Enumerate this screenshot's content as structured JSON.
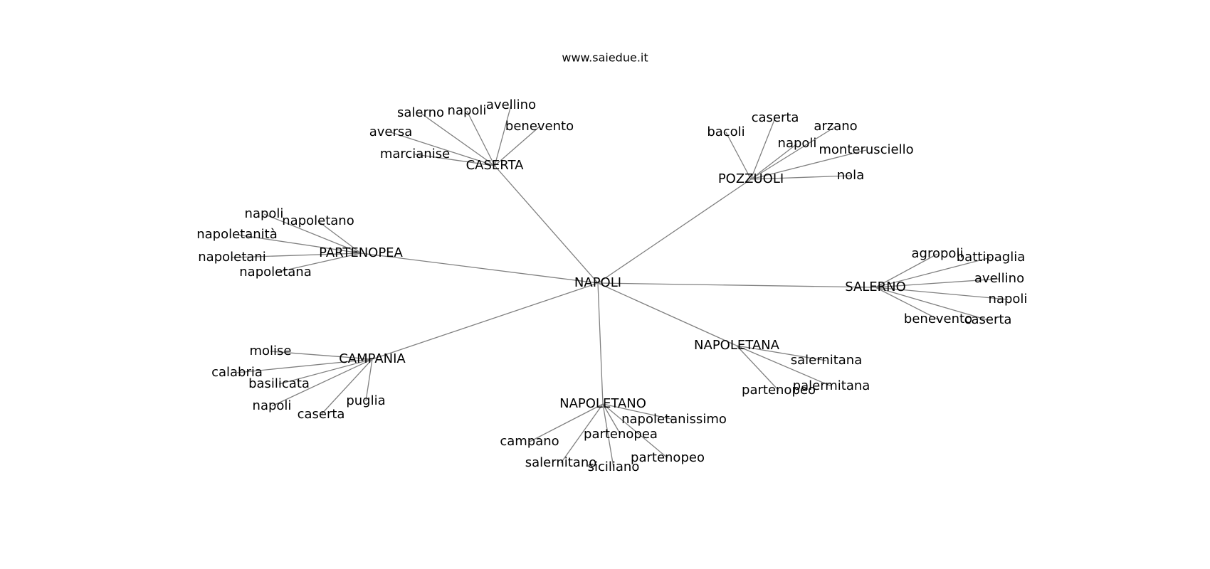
{
  "title": "www.saiedue.it",
  "colors": {
    "edge": "#808080",
    "text": "#000000",
    "background": "#ffffff"
  },
  "nodes": [
    {
      "id": "napoli_center",
      "label": "NAPOLI"
    },
    {
      "id": "caserta",
      "label": "CASERTA"
    },
    {
      "id": "pozzuoli",
      "label": "POZZUOLI"
    },
    {
      "id": "partenopea_hub",
      "label": "PARTENOPEA"
    },
    {
      "id": "salerno",
      "label": "SALERNO"
    },
    {
      "id": "campania",
      "label": "CAMPANIA"
    },
    {
      "id": "napoletana",
      "label": "NAPOLETANA"
    },
    {
      "id": "napoletano",
      "label": "NAPOLETANO"
    },
    {
      "id": "cas_salerno",
      "label": "salerno"
    },
    {
      "id": "cas_napoli",
      "label": "napoli"
    },
    {
      "id": "cas_avellino",
      "label": "avellino"
    },
    {
      "id": "cas_benevento",
      "label": "benevento"
    },
    {
      "id": "cas_aversa",
      "label": "aversa"
    },
    {
      "id": "cas_marcianise",
      "label": "marcianise"
    },
    {
      "id": "poz_caserta",
      "label": "caserta"
    },
    {
      "id": "poz_bacoli",
      "label": "bacoli"
    },
    {
      "id": "poz_arzano",
      "label": "arzano"
    },
    {
      "id": "poz_napoli",
      "label": "napoli"
    },
    {
      "id": "poz_monterusciello",
      "label": "monterusciello"
    },
    {
      "id": "poz_nola",
      "label": "nola"
    },
    {
      "id": "par_napoli",
      "label": "napoli"
    },
    {
      "id": "par_napoletano",
      "label": "napoletano"
    },
    {
      "id": "par_napoletanita",
      "label": "napoletanità"
    },
    {
      "id": "par_napoletani",
      "label": "napoletani"
    },
    {
      "id": "par_napoletana",
      "label": "napoletana"
    },
    {
      "id": "sal_agropoli",
      "label": "agropoli"
    },
    {
      "id": "sal_battipaglia",
      "label": "battipaglia"
    },
    {
      "id": "sal_avellino",
      "label": "avellino"
    },
    {
      "id": "sal_napoli",
      "label": "napoli"
    },
    {
      "id": "sal_benevento",
      "label": "benevento"
    },
    {
      "id": "sal_caserta",
      "label": "caserta"
    },
    {
      "id": "cam_molise",
      "label": "molise"
    },
    {
      "id": "cam_calabria",
      "label": "calabria"
    },
    {
      "id": "cam_basilicata",
      "label": "basilicata"
    },
    {
      "id": "cam_napoli",
      "label": "napoli"
    },
    {
      "id": "cam_caserta",
      "label": "caserta"
    },
    {
      "id": "cam_puglia",
      "label": "puglia"
    },
    {
      "id": "nta_salernitana",
      "label": "salernitana"
    },
    {
      "id": "nta_partenopeo",
      "label": "partenopeo"
    },
    {
      "id": "nta_palermitana",
      "label": "palermitana"
    },
    {
      "id": "nto_napoletanissimo",
      "label": "napoletanissimo"
    },
    {
      "id": "nto_campano",
      "label": "campano"
    },
    {
      "id": "nto_partenopea",
      "label": "partenopea"
    },
    {
      "id": "nto_salernitano",
      "label": "salernitano"
    },
    {
      "id": "nto_siciliano",
      "label": "siciliano"
    },
    {
      "id": "nto_partenopeo",
      "label": "partenopeo"
    }
  ],
  "edges": [
    [
      "napoli_center",
      "caserta"
    ],
    [
      "napoli_center",
      "pozzuoli"
    ],
    [
      "napoli_center",
      "partenopea_hub"
    ],
    [
      "napoli_center",
      "salerno"
    ],
    [
      "napoli_center",
      "campania"
    ],
    [
      "napoli_center",
      "napoletana"
    ],
    [
      "napoli_center",
      "napoletano"
    ],
    [
      "caserta",
      "cas_salerno"
    ],
    [
      "caserta",
      "cas_napoli"
    ],
    [
      "caserta",
      "cas_avellino"
    ],
    [
      "caserta",
      "cas_benevento"
    ],
    [
      "caserta",
      "cas_aversa"
    ],
    [
      "caserta",
      "cas_marcianise"
    ],
    [
      "pozzuoli",
      "poz_caserta"
    ],
    [
      "pozzuoli",
      "poz_bacoli"
    ],
    [
      "pozzuoli",
      "poz_arzano"
    ],
    [
      "pozzuoli",
      "poz_napoli"
    ],
    [
      "pozzuoli",
      "poz_monterusciello"
    ],
    [
      "pozzuoli",
      "poz_nola"
    ],
    [
      "partenopea_hub",
      "par_napoli"
    ],
    [
      "partenopea_hub",
      "par_napoletano"
    ],
    [
      "partenopea_hub",
      "par_napoletanita"
    ],
    [
      "partenopea_hub",
      "par_napoletani"
    ],
    [
      "partenopea_hub",
      "par_napoletana"
    ],
    [
      "salerno",
      "sal_agropoli"
    ],
    [
      "salerno",
      "sal_battipaglia"
    ],
    [
      "salerno",
      "sal_avellino"
    ],
    [
      "salerno",
      "sal_napoli"
    ],
    [
      "salerno",
      "sal_benevento"
    ],
    [
      "salerno",
      "sal_caserta"
    ],
    [
      "campania",
      "cam_molise"
    ],
    [
      "campania",
      "cam_calabria"
    ],
    [
      "campania",
      "cam_basilicata"
    ],
    [
      "campania",
      "cam_napoli"
    ],
    [
      "campania",
      "cam_caserta"
    ],
    [
      "campania",
      "cam_puglia"
    ],
    [
      "napoletana",
      "nta_salernitana"
    ],
    [
      "napoletana",
      "nta_partenopeo"
    ],
    [
      "napoletana",
      "nta_palermitana"
    ],
    [
      "napoletano",
      "nto_napoletanissimo"
    ],
    [
      "napoletano",
      "nto_campano"
    ],
    [
      "napoletano",
      "nto_partenopea"
    ],
    [
      "napoletano",
      "nto_salernitano"
    ],
    [
      "napoletano",
      "nto_siciliano"
    ],
    [
      "napoletano",
      "nto_partenopeo"
    ]
  ]
}
